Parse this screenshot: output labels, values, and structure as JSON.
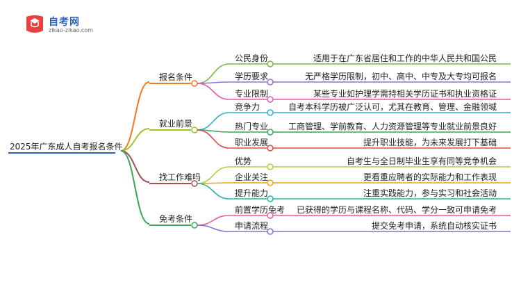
{
  "logo": {
    "title": "自考网",
    "subtitle": "zikao-zikao.com"
  },
  "root": "2025年广东成人自考报名条件",
  "branches": [
    {
      "label": "报名条件",
      "color": "#f07a1a",
      "children": [
        {
          "label": "公民身份",
          "detail": "适用于在广东省居住和工作的中华人民共和国公民",
          "color": "#78b83c"
        },
        {
          "label": "学历要求",
          "detail": "无严格学历限制，初中、高中、中专及大专均可报名",
          "color": "#9b6fd0"
        },
        {
          "label": "专业限制",
          "detail": "某些专业如护理学需持相关学历证书和执业资格证",
          "color": "#e85aa6"
        }
      ]
    },
    {
      "label": "就业前景",
      "color": "#a8bf2a",
      "children": [
        {
          "label": "竞争力",
          "detail": "自考本科学历被广泛认可，尤其在教育、管理、金融领域",
          "color": "#2ab0d8"
        },
        {
          "label": "热门专业",
          "detail": "工商管理、学前教育、人力资源管理等专业就业前景良好",
          "color": "#3ba55c"
        },
        {
          "label": "职业发展",
          "detail": "提升职业技能，为未来发展打下基础",
          "color": "#e04848"
        }
      ]
    },
    {
      "label": "找工作难吗",
      "color": "#a05050",
      "children": [
        {
          "label": "优势",
          "detail": "自考生与全日制毕业生享有同等竞争机会",
          "color": "#b8c83a"
        },
        {
          "label": "企业关注",
          "detail": "更看重应聘者的实际能力和工作表现",
          "color": "#f2a21a"
        },
        {
          "label": "提升能力",
          "detail": "注重实践能力，参与实习和社会活动",
          "color": "#27b3a0"
        }
      ]
    },
    {
      "label": "免考条件",
      "color": "#3ba55c",
      "children": [
        {
          "label": "前置学历免考",
          "detail": "已获得的学历与课程名称、代码、学分一致可申请免考",
          "color": "#e85aa6"
        },
        {
          "label": "申请流程",
          "detail": "提交免考申请，系统自动核实证书",
          "color": "#8a6fd0"
        }
      ]
    }
  ],
  "root_color": "#2b63b5"
}
